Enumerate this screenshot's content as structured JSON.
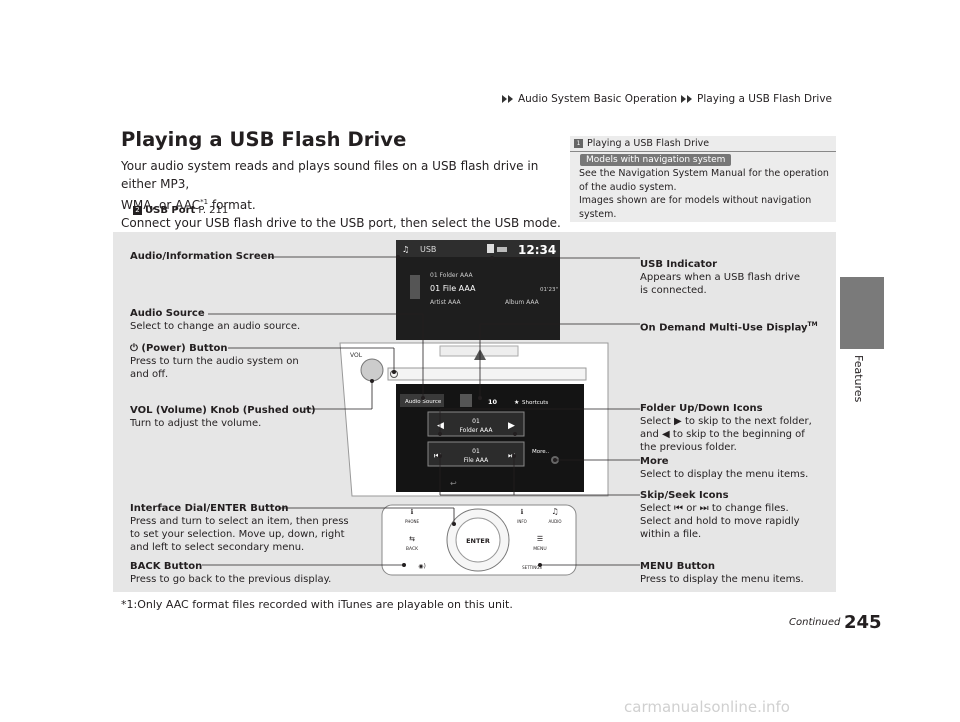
{
  "breadcrumb": {
    "level1": "Audio System Basic Operation",
    "level2": "Playing a USB Flash Drive"
  },
  "side_tab": {
    "label": "Features",
    "color": "#7a7a7a"
  },
  "page": {
    "title": "Playing a USB Flash Drive",
    "intro_line1": "Your audio system reads and plays sound files on a USB flash drive in either MP3,",
    "intro_line2a": "WMA, or AAC",
    "intro_sup": "*1",
    "intro_line2b": " format.",
    "intro_line3": "Connect your USB flash drive to the USB port, then select the USB mode.",
    "ref_label": "USB Port",
    "ref_page": "P. 211"
  },
  "note": {
    "heading": "Playing a USB Flash Drive",
    "badge": "Models with navigation system",
    "line1": "See the Navigation System Manual for the operation",
    "line2": "of the audio system.",
    "line3": "Images shown are for models without navigation",
    "line4": "system."
  },
  "screen": {
    "source": "USB",
    "clock": "12:34",
    "folder": "01  Folder AAA",
    "file": "01 File AAA",
    "time": "01'23\"",
    "artist": "Artist AAA",
    "album": "Album AAA"
  },
  "touch": {
    "audio_source": "Audio Source",
    "volume": "10",
    "shortcuts": "Shortcuts",
    "folder_num": "01",
    "folder_name": "Folder AAA",
    "file_num": "01",
    "file_name": "File AAA",
    "more": "More..",
    "vol_knob": "VOL"
  },
  "dial": {
    "phone": "PHONE",
    "info": "INFO",
    "audio": "AUDIO",
    "back": "BACK",
    "menu": "MENU",
    "enter": "ENTER",
    "settings": "SETTINGS"
  },
  "labels": {
    "audio_info_screen": "Audio/Information Screen",
    "audio_source_h": "Audio Source",
    "audio_source_t": "Select to change an audio source.",
    "power_h": "(Power) Button",
    "power_t1": "Press to turn the audio system on",
    "power_t2": "and off.",
    "vol_h": "VOL (Volume) Knob (Pushed out)",
    "vol_t": "Turn to adjust the volume.",
    "dial_h": "Interface Dial/ENTER Button",
    "dial_t1": "Press and turn to select an item, then press",
    "dial_t2": "to set your selection. Move up, down, right",
    "dial_t3": "and left to select secondary menu.",
    "back_h": "BACK Button",
    "back_t": "Press to go back to the previous display.",
    "usb_h": "USB Indicator",
    "usb_t1": "Appears when a USB flash drive",
    "usb_t2": "is connected.",
    "ondemand_h": "On Demand Multi-Use Display",
    "ondemand_tm": "TM",
    "folder_h": "Folder Up/Down Icons",
    "folder_t1a": "Select",
    "folder_t1b": "to skip to the next folder,",
    "folder_t2a": "and",
    "folder_t2b": "to skip to the beginning of",
    "folder_t3": "the previous folder.",
    "more_h": "More",
    "more_t": "Select to display the menu items.",
    "skip_h": "Skip/Seek Icons",
    "skip_t1a": "Select",
    "skip_t1b": "or",
    "skip_t1c": "to change files.",
    "skip_t2": "Select and hold to move rapidly",
    "skip_t3": "within a file.",
    "menu_h": "MENU Button",
    "menu_t": "Press to display the menu items."
  },
  "footnote": "*1:Only AAC format files recorded with iTunes are playable on this unit.",
  "continued": "Continued",
  "page_number": "245",
  "watermark": "carmanualsonline.info"
}
